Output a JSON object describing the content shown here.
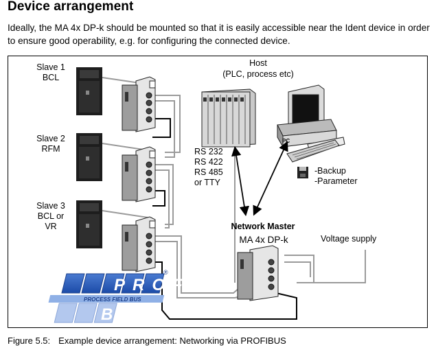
{
  "heading": "Device arrangement",
  "intro": "Ideally, the MA 4x DP-k should be mounted so that it is easily accessible near the Ident device in order to ensure good operability, e.g. for configuring the connected device.",
  "figure": {
    "slaves": [
      {
        "lines": [
          "Slave 1",
          "BCL"
        ]
      },
      {
        "lines": [
          "Slave 2",
          "RFM"
        ]
      },
      {
        "lines": [
          "Slave 3",
          "BCL or",
          "VR"
        ]
      }
    ],
    "host": {
      "line1": "Host",
      "line2": "(PLC, process etc)"
    },
    "interfaces": [
      "RS 232",
      "RS 422",
      "RS 485",
      "or TTY"
    ],
    "pc_label": "PC",
    "backup": [
      "-Backup",
      "-Parameter"
    ],
    "network_master": {
      "title": "Network Master",
      "model": "MA 4x DP-k"
    },
    "voltage_supply": "Voltage supply",
    "logo": {
      "line1": "PROFI",
      "sub": "PROCESS FIELD BUS",
      "line2": "BUS",
      "reg": "®"
    }
  },
  "caption": {
    "number": "Figure 5.5:",
    "text": "Example device arrangement: Networking via PROFIBUS"
  }
}
